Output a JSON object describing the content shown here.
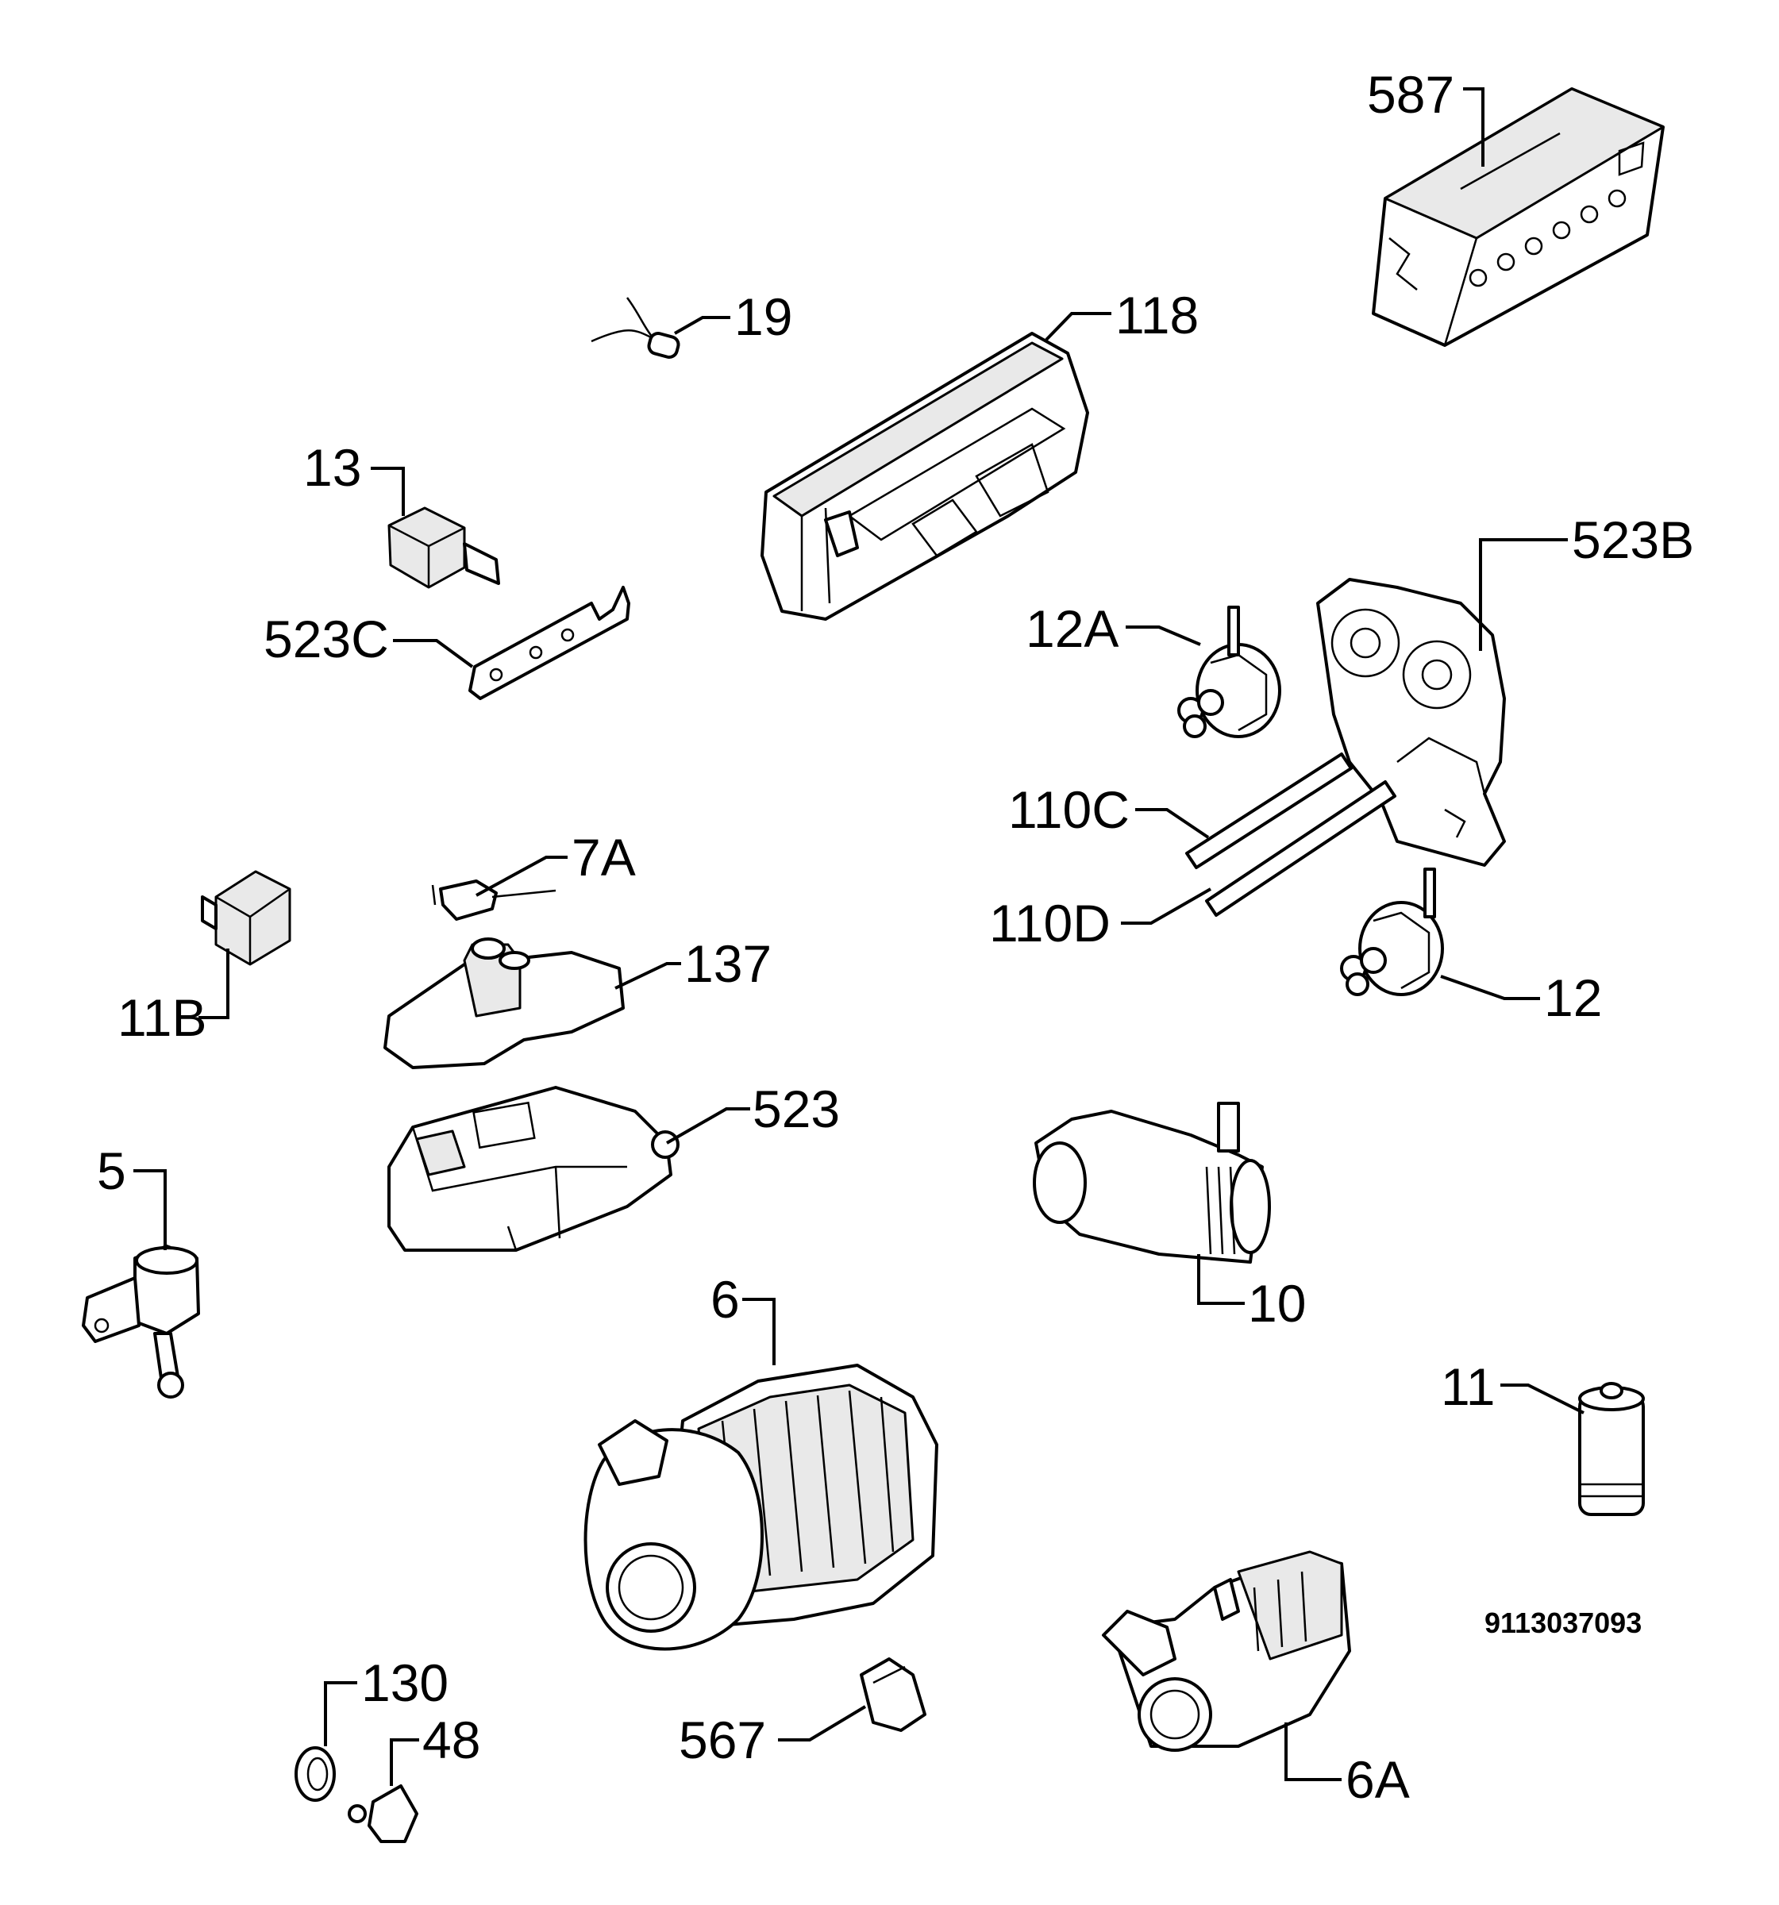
{
  "diagram": {
    "code": "9113037093",
    "labels": {
      "l587": "587",
      "l19": "19",
      "l118": "118",
      "l13": "13",
      "l523b": "523B",
      "l523c": "523C",
      "l12a": "12A",
      "l110c": "110C",
      "l7a": "7A",
      "l110d": "110D",
      "l11b": "11B",
      "l137": "137",
      "l12": "12",
      "l523": "523",
      "l5": "5",
      "l10": "10",
      "l6": "6",
      "l11": "11",
      "l130": "130",
      "l48": "48",
      "l567": "567",
      "l6a": "6A"
    }
  }
}
